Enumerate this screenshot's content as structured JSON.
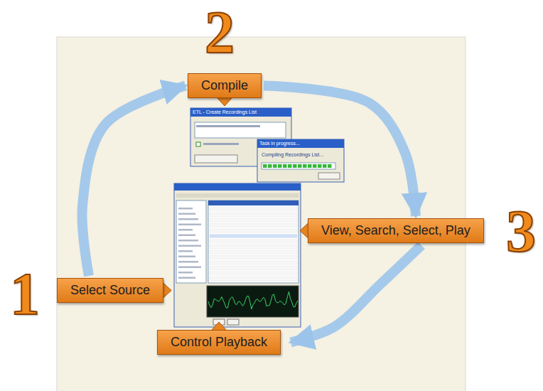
{
  "diagram": {
    "nodes": [
      {
        "text": [
          "Select Source"
        ]
      },
      {
        "text": [
          "Compile"
        ]
      },
      {
        "text": [
          "View, Search, Select, Play"
        ]
      },
      {
        "text": [
          "Control Playback"
        ]
      }
    ],
    "edges": [
      {
        "from": 0,
        "to": 1,
        "arrow": "to"
      },
      {
        "from": 1,
        "to": 2,
        "arrow": "to"
      },
      {
        "from": 2,
        "to": 3,
        "arrow": "to"
      }
    ],
    "labels": [
      "1",
      "2",
      "3",
      "ETL - Create Recordings List",
      "Task in progress...",
      "Compiling Recordings List..."
    ]
  }
}
